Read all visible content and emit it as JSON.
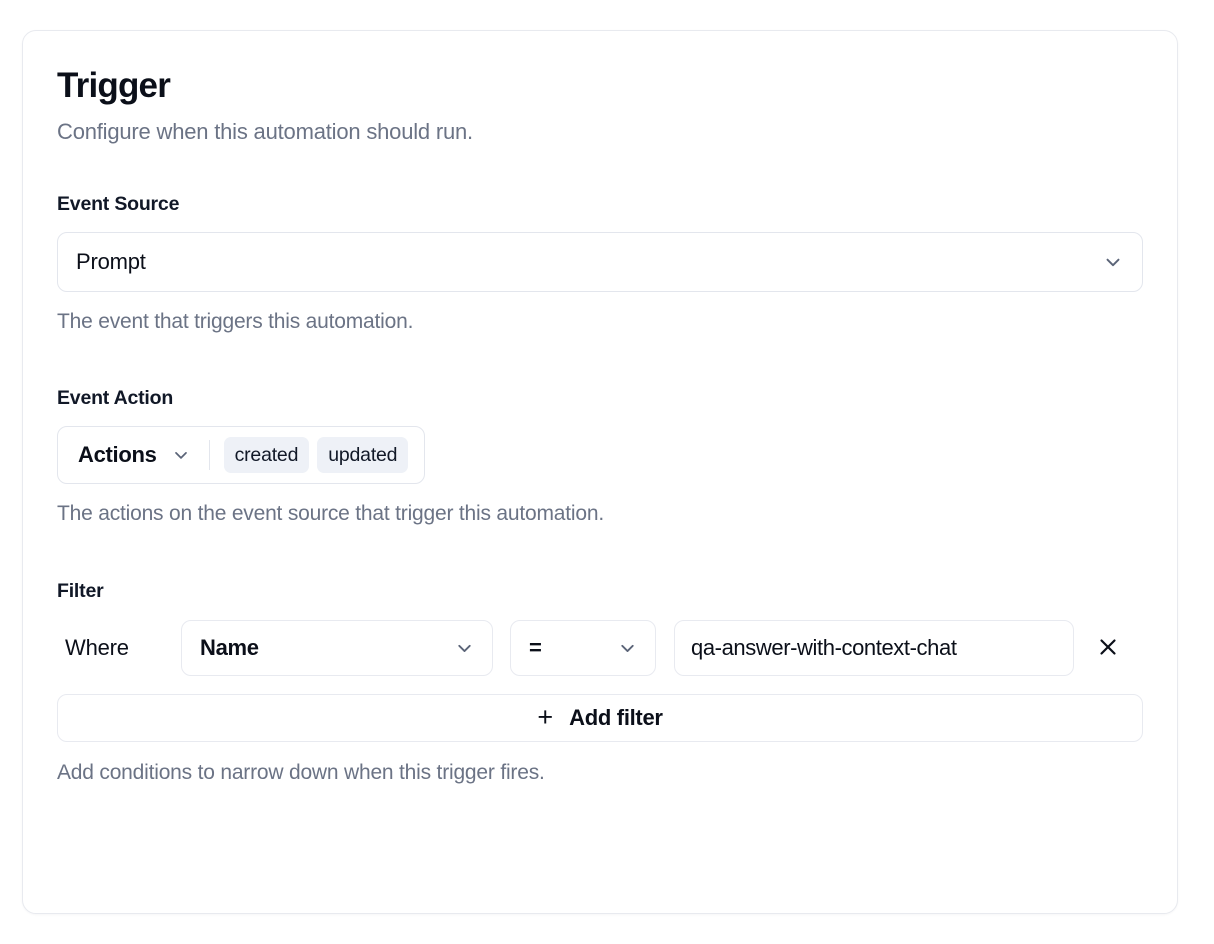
{
  "card": {
    "title": "Trigger",
    "subtitle": "Configure when this automation should run."
  },
  "event_source": {
    "label": "Event Source",
    "selected": "Prompt",
    "help": "The event that triggers this automation.",
    "chevron_icon": "chevron-down-icon"
  },
  "event_action": {
    "label": "Event Action",
    "trigger_label": "Actions",
    "chevron_icon": "chevron-down-icon",
    "chips": [
      "created",
      "updated"
    ],
    "help": "The actions on the event source that trigger this automation."
  },
  "filter": {
    "label": "Filter",
    "where_label": "Where",
    "rows": [
      {
        "field": "Name",
        "operator": "=",
        "value": "qa-answer-with-context-chat",
        "value_placeholder": "Value",
        "remove_icon": "close-icon"
      }
    ],
    "add_button": {
      "icon": "plus-icon",
      "plus": "+",
      "label": "Add filter"
    },
    "help": "Add conditions to narrow down when this trigger fires."
  },
  "colors": {
    "text_primary": "#0b0f19",
    "text_muted": "#6b7385",
    "border": "#e8eaf0",
    "chip_bg": "#eef1f7",
    "chevron": "#5b6478",
    "card_bg": "#ffffff"
  }
}
